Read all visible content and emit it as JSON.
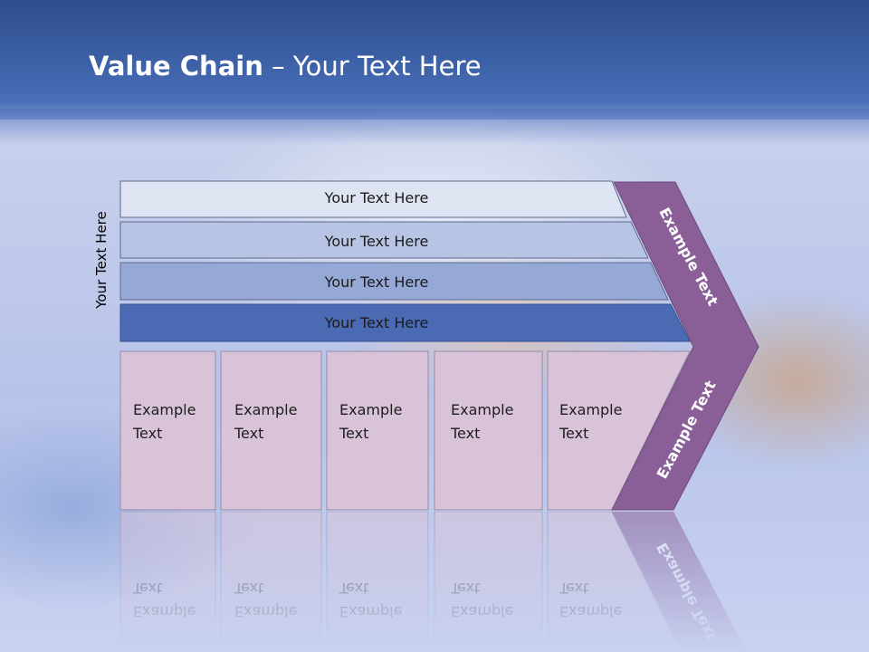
{
  "slide": {
    "title_bold": "Value Chain",
    "title_rest": " – Your Text Here",
    "side_label": "Your Text Here"
  },
  "bars": [
    {
      "label": "Your Text Here",
      "color": "#dfe4f2"
    },
    {
      "label": "Your Text Here",
      "color": "#b8c4e4"
    },
    {
      "label": "Your Text Here",
      "color": "#95a8d6"
    },
    {
      "label": "Your Text Here",
      "color": "#4a6ab4"
    }
  ],
  "boxes": [
    {
      "line1": "Example",
      "line2": "Text"
    },
    {
      "line1": "Example",
      "line2": "Text"
    },
    {
      "line1": "Example",
      "line2": "Text"
    },
    {
      "line1": "Example",
      "line2": "Text"
    },
    {
      "line1": "Example",
      "line2": "Text"
    }
  ],
  "chevron": {
    "upper_label": "Example Text",
    "lower_label": "Example Text",
    "color": "#8a5f98"
  },
  "colors": {
    "box_fill": "#d8c3d9",
    "header": "#3a5da3"
  }
}
